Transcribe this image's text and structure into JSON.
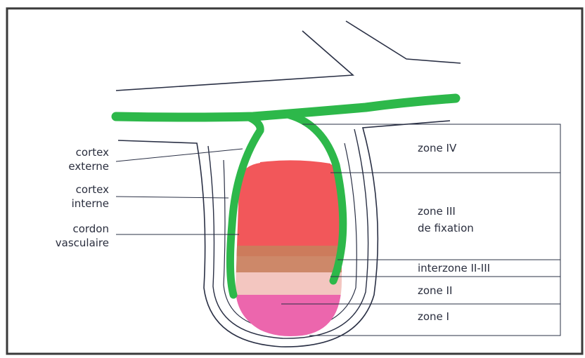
{
  "labels": {
    "left": {
      "cortex_externe_1": "cortex",
      "cortex_externe_2": "externe",
      "cortex_interne_1": "cortex",
      "cortex_interne_2": "interne",
      "cordon_1": "cordon",
      "cordon_2": "vasculaire"
    },
    "right": {
      "zone_iv": "zone IV",
      "zone_iii_1": "zone  III",
      "zone_iii_2": "de fixation",
      "interzone": "interzone II-III",
      "zone_ii": "zone II",
      "zone_i": "zone I"
    }
  },
  "colors": {
    "vascular_green": "#2db84a",
    "zone_iii": "#f2575a",
    "interzone": "#c97e5c",
    "zone_ii": "#f3c6c0",
    "zone_i": "#ec66ad",
    "outline": "#2a3045",
    "frame": "#3a3a3a"
  }
}
